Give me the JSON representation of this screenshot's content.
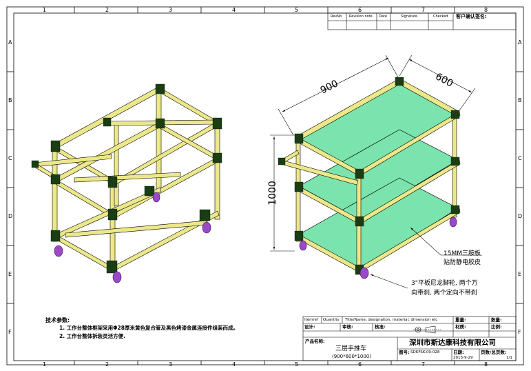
{
  "frame": {
    "col_labels": [
      "1",
      "2",
      "3",
      "4",
      "5",
      "6",
      "7",
      "8"
    ],
    "row_labels": [
      "A",
      "B",
      "C",
      "D",
      "E",
      "F"
    ]
  },
  "revision_block": {
    "headers": [
      "RevNo",
      "Revision note",
      "Date",
      "Signature",
      "Checked"
    ],
    "customer_sign_label": "客户确认签名:"
  },
  "dimensions": {
    "length": "900",
    "width": "600",
    "height": "1000"
  },
  "callouts": {
    "panel_line1": "15MM三胺板",
    "panel_line2": "贴防静电胶皮",
    "caster_line1": "3\"平板尼龙脚轮, 两个万",
    "caster_line2": "向带刹, 两个定向不带刹"
  },
  "tech_notes": {
    "title": "技术参数:",
    "items": [
      "1. 工作台整体框架采用Φ28厚米黄色复合管及黑色烤漆金属连接件组装而成。",
      "2. 工作台整体拆装灵活方便."
    ]
  },
  "title_block": {
    "col_headers": [
      "Itemref",
      "Quantity",
      "Title/Name, designation, material, dimension etc"
    ],
    "weight_label": "重量:",
    "qty_label": "数量:",
    "material_label": "材质:",
    "scale_label": "比例:",
    "design_label": "设计:",
    "review_label": "审核:",
    "approve_label": "核准:",
    "product_label": "产品名称:",
    "product_name": "三层手推车",
    "product_size": "(900*600*1000)",
    "company": "深圳市斯达康科技有限公司",
    "drawing_no_label": "图号:",
    "drawing_no": "SDKFSK-09-028",
    "date_label": "日期:",
    "date": "2013-9-29",
    "page_label": "页数/总页数:",
    "page": "1/1"
  },
  "colors": {
    "tube": "#ece88a",
    "joint": "#1b3d14",
    "shelf": "#7be3ad",
    "wheel": "#9a49c9"
  }
}
